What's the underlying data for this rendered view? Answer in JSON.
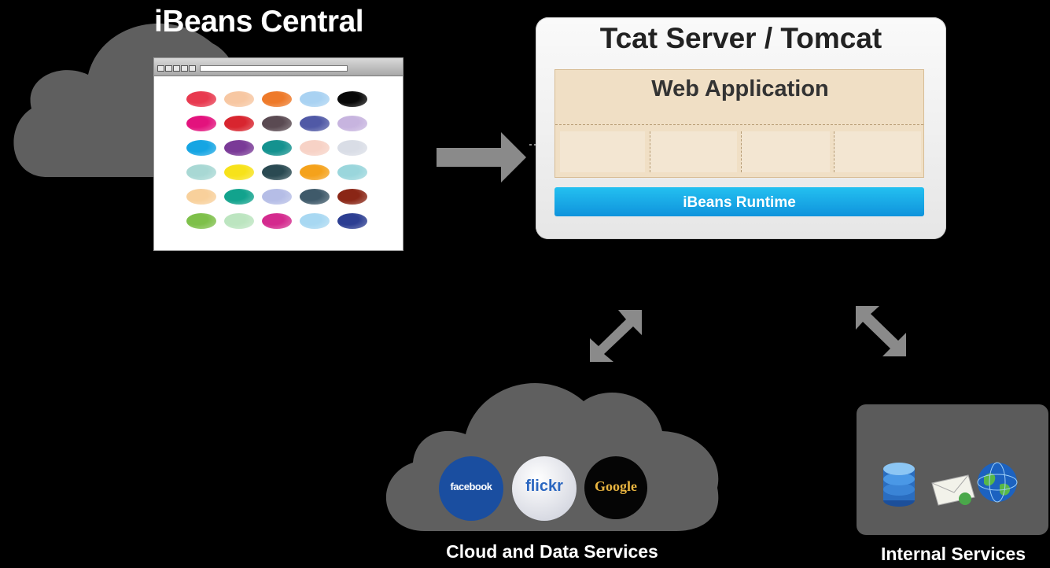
{
  "central": {
    "title": "iBeans Central",
    "oval_colors": [
      [
        "#e8394f",
        "#f7c7a2",
        "#ee7a2a",
        "#a9d2f2",
        "#080808"
      ],
      [
        "#e3127d",
        "#d8252f",
        "#5a4a52",
        "#5059a6",
        "#c7b4df"
      ],
      [
        "#15a5e3",
        "#7a3a97",
        "#14928f",
        "#f7d2c6",
        "#d9dde6"
      ],
      [
        "#a8d8d4",
        "#f7e21a",
        "#2a4a52",
        "#f5a21b",
        "#9ad6dc"
      ],
      [
        "#f8d09b",
        "#12a38d",
        "#b5bde6",
        "#3f5a6a",
        "#8a2616"
      ],
      [
        "#7ec04a",
        "#bce5c0",
        "#d42a8e",
        "#a8d8f2",
        "#2c3e92"
      ]
    ]
  },
  "server": {
    "title": "Tcat Server / Tomcat",
    "webapp_label": "Web Application",
    "runtime_label": "iBeans Runtime"
  },
  "cloud_services": {
    "label": "Cloud and Data Services",
    "logos": [
      {
        "text": "facebook",
        "bg": "#1a4ea0",
        "fg": "#ffffff"
      },
      {
        "text": "flickr",
        "bg": "#e8eaf0",
        "fg": "#2a66c0"
      },
      {
        "text": "Google",
        "bg": "#050505",
        "fg": "#e8b440"
      }
    ]
  },
  "internal_services": {
    "label": "Internal Services",
    "icons": [
      "database-icon",
      "email-icon",
      "globe-icon"
    ]
  },
  "colors": {
    "cloud_gray": "#5f5f5f",
    "arrow_gray": "#8a8a8a",
    "runtime_blue": "#18a9e6",
    "webapp_tan": "#f0dfc5"
  }
}
